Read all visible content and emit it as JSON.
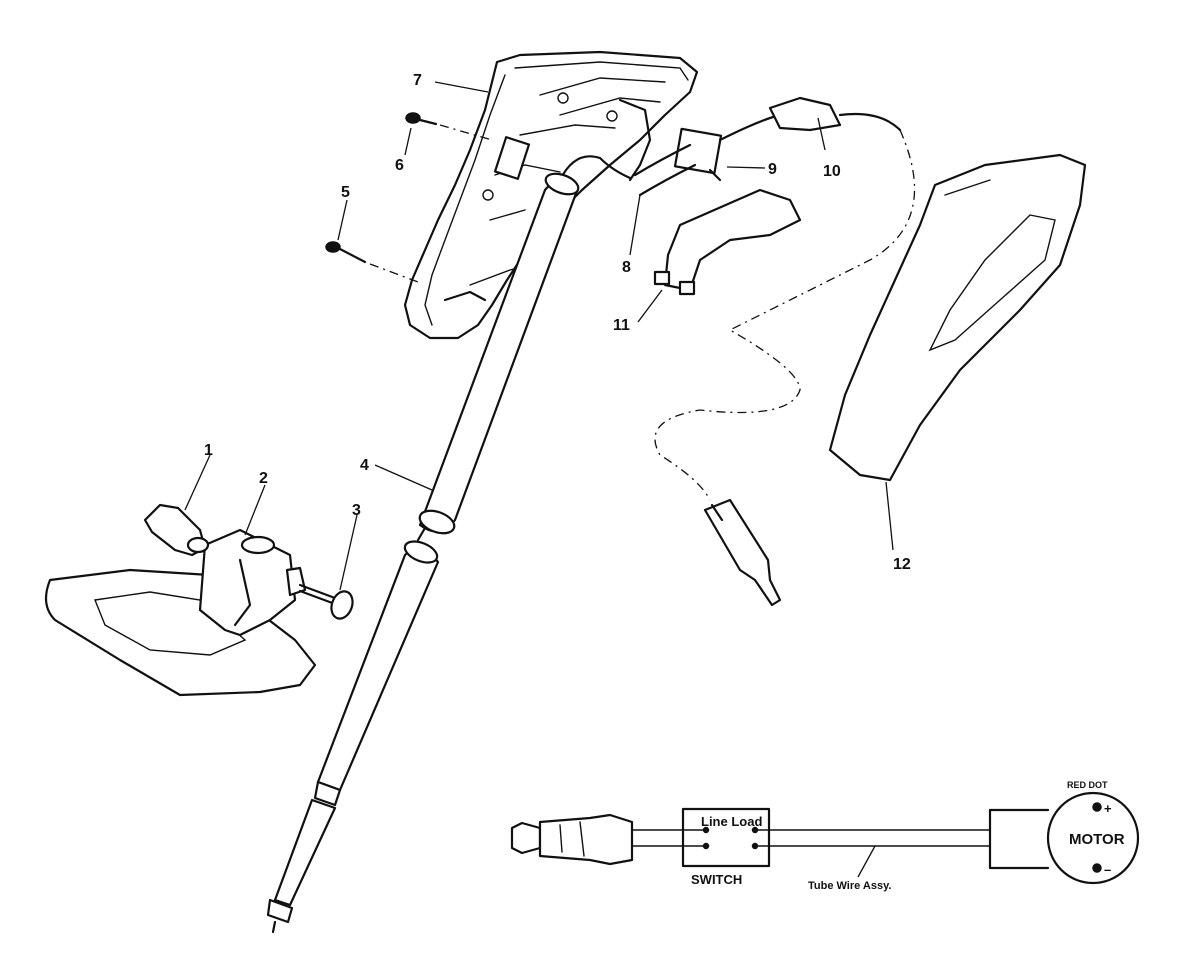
{
  "parts": [
    {
      "id": "1",
      "label": "1"
    },
    {
      "id": "2",
      "label": "2"
    },
    {
      "id": "3",
      "label": "3"
    },
    {
      "id": "4",
      "label": "4"
    },
    {
      "id": "5",
      "label": "5"
    },
    {
      "id": "6",
      "label": "6"
    },
    {
      "id": "7",
      "label": "7"
    },
    {
      "id": "8",
      "label": "8"
    },
    {
      "id": "9",
      "label": "9"
    },
    {
      "id": "10",
      "label": "10"
    },
    {
      "id": "11",
      "label": "11"
    },
    {
      "id": "12",
      "label": "12"
    }
  ],
  "wiring": {
    "switch_terminals": "Line Load",
    "switch_label": "SWITCH",
    "tube_wire": "Tube Wire Assy.",
    "red_dot": "RED DOT",
    "motor": "MOTOR",
    "plus": "+",
    "minus": "–"
  }
}
